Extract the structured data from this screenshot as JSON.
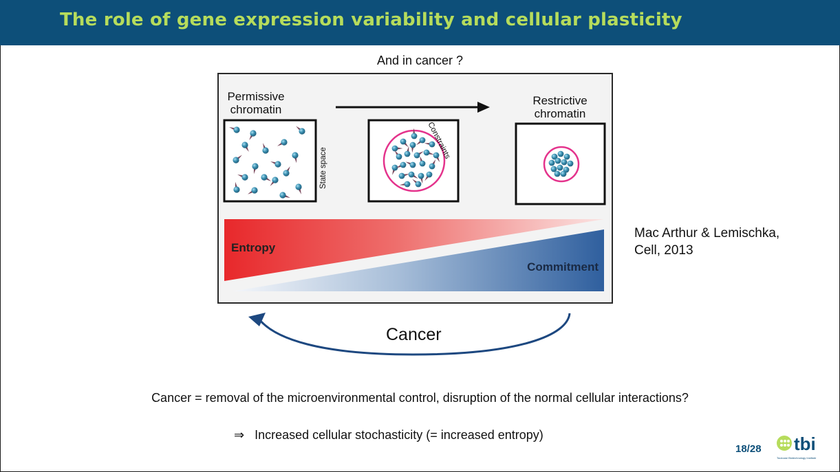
{
  "slide": {
    "title": "The role of gene expression variability and cellular plasticity",
    "subtitle": "And in cancer ?",
    "citation_line1": "Mac Arthur & Lemischka,",
    "citation_line2": "Cell, 2013",
    "cancer_label": "Cancer",
    "statement": "Cancer = removal of the microenvironmental control, disruption of the normal cellular interactions?",
    "implication_symbol": "⇒",
    "implication": "Increased cellular stochasticity (= increased entropy)",
    "page": "18/28",
    "logo_text": "tbi",
    "logo_tagline": "Toulouse Biotechnology Institute"
  },
  "diagram": {
    "permissive_line1": "Permissive",
    "permissive_line2": "chromatin",
    "restrictive_line1": "Restrictive",
    "restrictive_line2": "chromatin",
    "state_space": "State space",
    "constraints": "Constraints",
    "entropy": "Entropy",
    "commitment": "Commitment"
  },
  "colors": {
    "header_bg": "#0d4f79",
    "title_text": "#b6dc5c",
    "entropy_red": "#e8282b",
    "commitment_blue": "#2f5f9e",
    "constraint_ring": "#e4338c",
    "cell_blue": "#3a8fb0",
    "arrow_navy": "#1d4880",
    "page_number": "#0d4f79"
  }
}
